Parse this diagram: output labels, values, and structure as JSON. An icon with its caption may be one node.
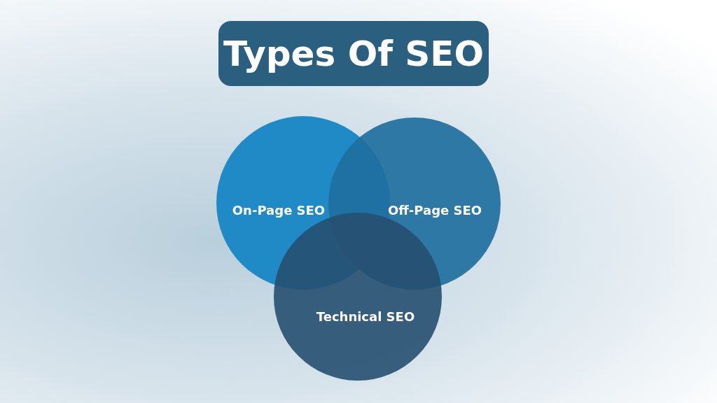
{
  "diagram": {
    "title": "Types Of SEO",
    "nodes": [
      {
        "text": [
          "On-Page SEO"
        ]
      },
      {
        "text": [
          "Off-Page SEO"
        ]
      },
      {
        "text": [
          "Technical SEO"
        ]
      }
    ]
  }
}
